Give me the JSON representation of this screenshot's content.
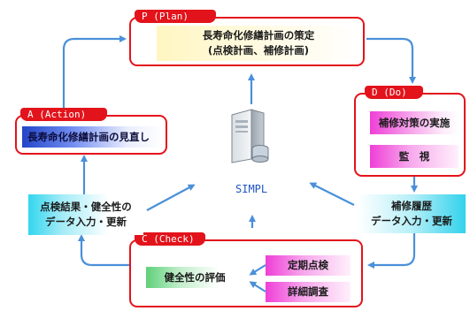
{
  "plan": {
    "tag": "P (Plan)",
    "line1": "長寿命化修繕計画の策定",
    "line2": "(点検計画、補修計画)"
  },
  "do": {
    "tag": "D (Do)",
    "item1": "補修対策の実施",
    "item2": "監　視"
  },
  "action": {
    "tag": "A (Action)",
    "item": "長寿命化修繕計画の見直し"
  },
  "check": {
    "tag": "C (Check)",
    "evaluation": "健全性の評価",
    "item1": "定期点検",
    "item2": "詳細調査"
  },
  "left_data": {
    "line1": "点検結果・健全性の",
    "line2": "データ入力・更新"
  },
  "right_data": {
    "line1": "補修履歴",
    "line2": "データ入力・更新"
  },
  "center": {
    "label": "SIMPL",
    "icon": "server-icon"
  },
  "colors": {
    "frame": "#e3131b",
    "arrow": "#4a90d9",
    "simpl_text": "#1f55c4"
  }
}
